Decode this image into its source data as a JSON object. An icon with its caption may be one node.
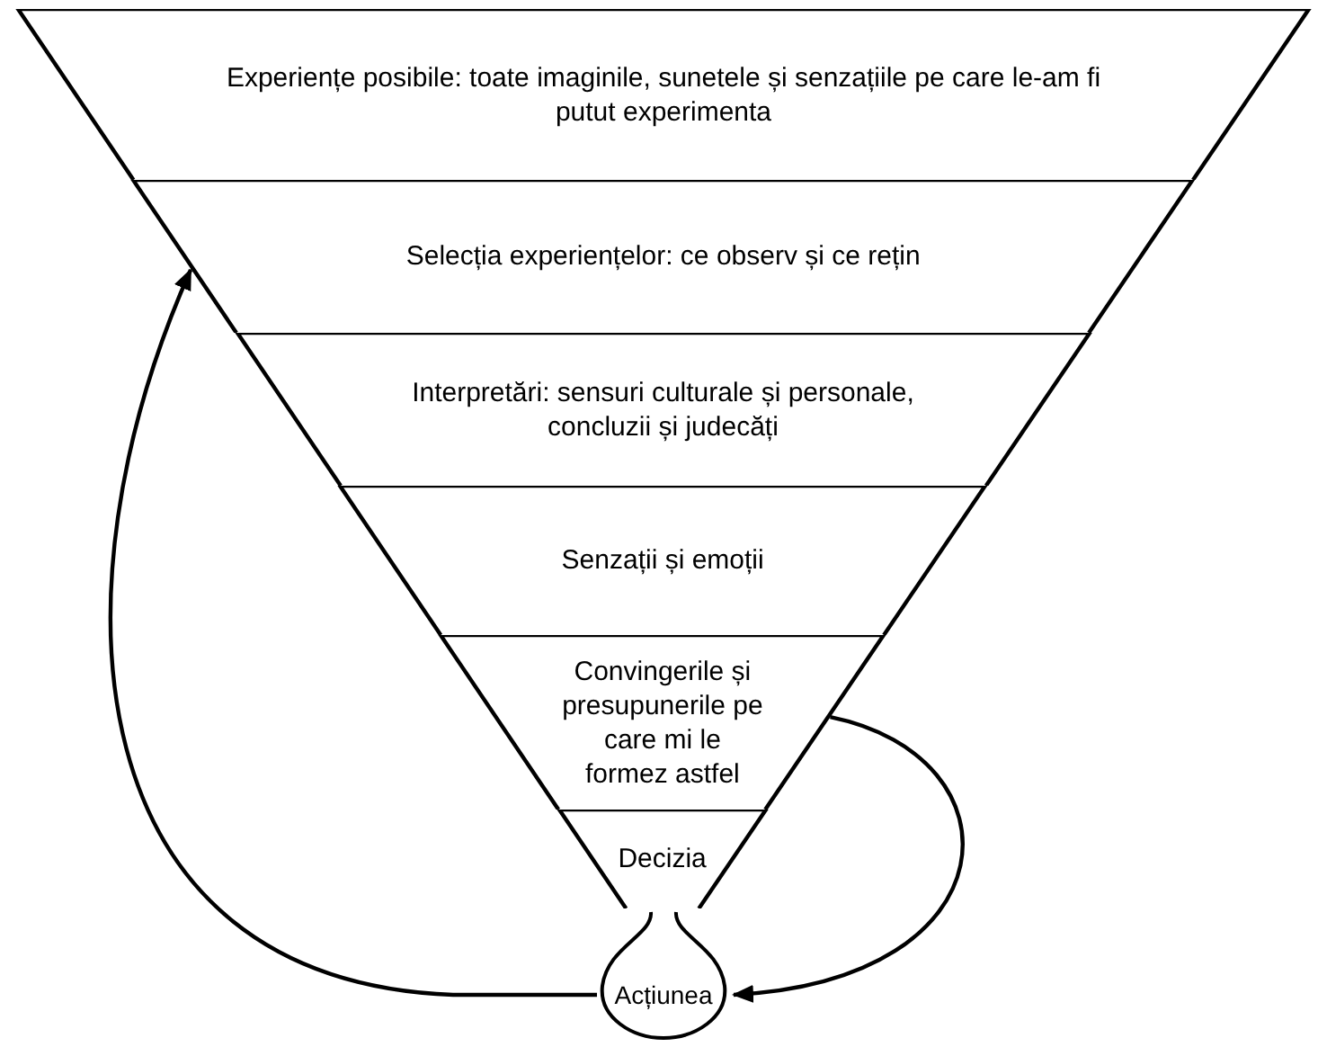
{
  "diagram": {
    "nodes": [
      {
        "text": [
          "Experiențe posibile: toate imaginile, sunetele și senzațiile pe care le-am fi putut experimenta"
        ]
      },
      {
        "text": [
          "Selecția experiențelor: ce observ și ce rețin"
        ]
      },
      {
        "text": [
          "Interpretări: sensuri culturale și personale, concluzii și judecăți"
        ]
      },
      {
        "text": [
          "Senzații și emoții"
        ]
      },
      {
        "text": [
          "Convingerile și presupunerile pe care mi le formez astfel"
        ]
      },
      {
        "text": [
          "Decizia"
        ]
      },
      {
        "text": [
          "Acțiunea"
        ]
      }
    ],
    "edges": [
      {
        "from": 6,
        "to": 1,
        "arrow": "to"
      },
      {
        "from": 4,
        "to": 6,
        "arrow": "to"
      }
    ]
  }
}
